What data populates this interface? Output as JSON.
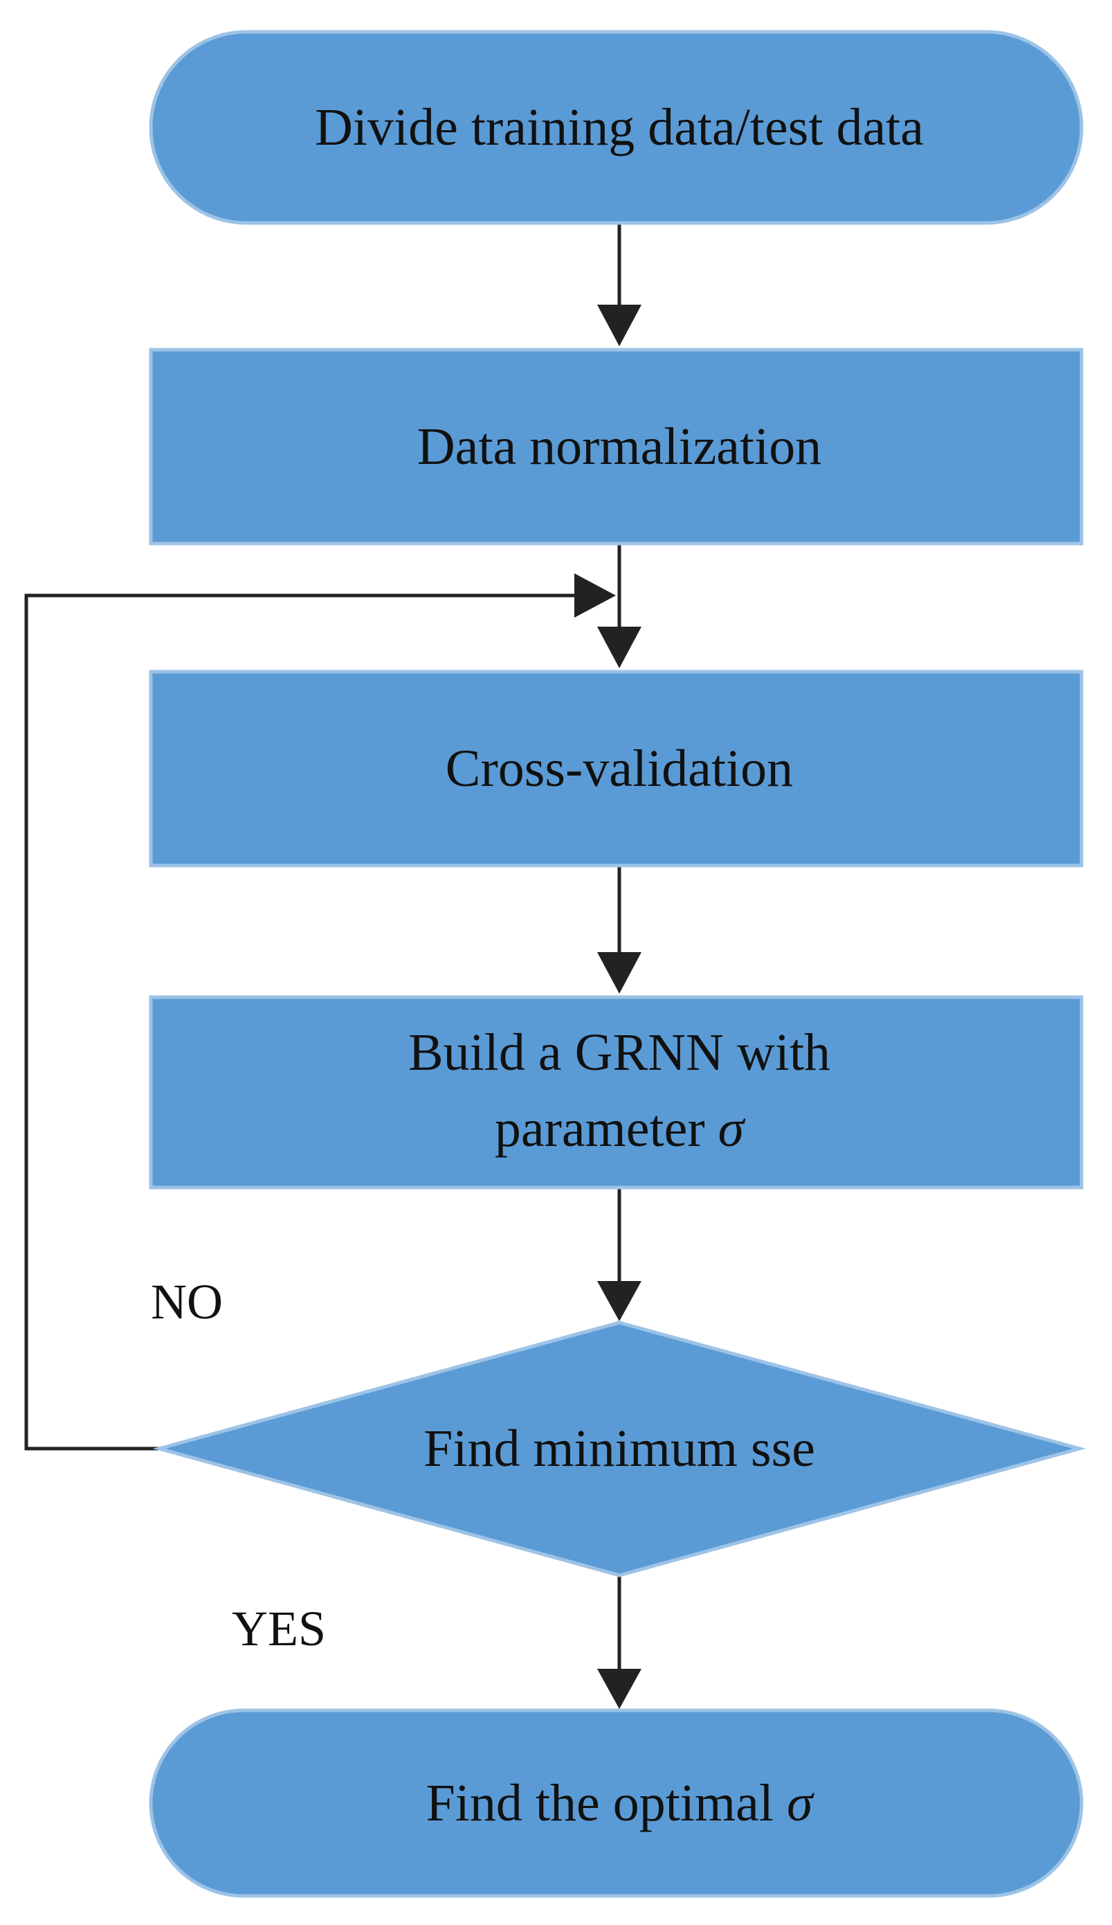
{
  "colors": {
    "node_fill": "#5b9bd5",
    "node_stroke": "#9dc3e6",
    "edge": "#222222",
    "text": "#111111"
  },
  "nodes": {
    "start": {
      "label": "Divide training data/test data",
      "shape": "terminal"
    },
    "normalize": {
      "label": "Data normalization",
      "shape": "process"
    },
    "cross_validation": {
      "label": "Cross-validation",
      "shape": "process"
    },
    "build": {
      "line1": "Build a GRNN with",
      "line2_text": "parameter ",
      "line2_symbol": "σ",
      "shape": "process"
    },
    "decision": {
      "label": "Find minimum sse",
      "shape": "decision"
    },
    "end": {
      "text": "Find the optimal ",
      "symbol": "σ",
      "shape": "terminal"
    }
  },
  "edges": {
    "no_label": "NO",
    "yes_label": "YES"
  }
}
